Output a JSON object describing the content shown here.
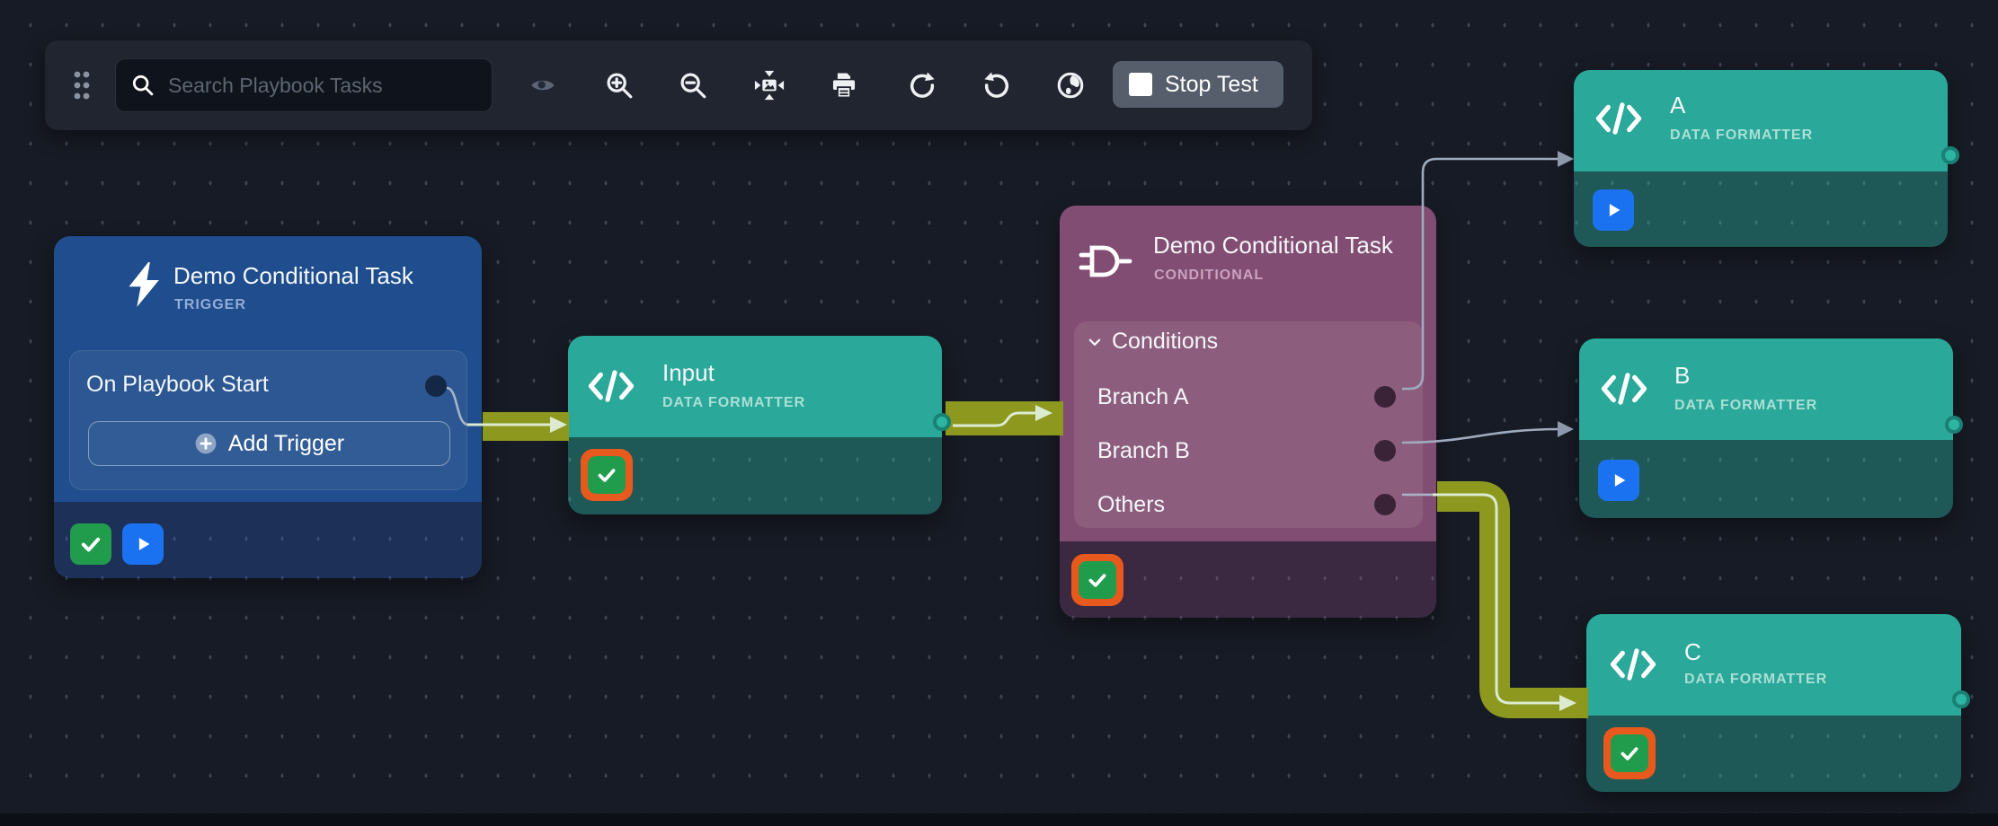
{
  "toolbar": {
    "search_placeholder": "Search Playbook Tasks",
    "stop_button_label": "Stop Test",
    "icon_names": [
      "drag-handle",
      "search",
      "eye",
      "zoom-in",
      "zoom-out",
      "fit-view",
      "print",
      "redo",
      "undo",
      "globe",
      "stop-square"
    ]
  },
  "nodes": {
    "trigger": {
      "title": "Demo Conditional Task",
      "type_label": "TRIGGER",
      "row_label": "On Playbook Start",
      "add_button_label": "Add Trigger",
      "status_icons": [
        "check",
        "play"
      ]
    },
    "input": {
      "title": "Input",
      "type_label": "DATA FORMATTER",
      "status_icons": [
        "check-selected"
      ]
    },
    "conditional": {
      "title": "Demo Conditional Task",
      "type_label": "CONDITIONAL",
      "section_label": "Conditions",
      "branches": [
        "Branch A",
        "Branch B",
        "Others"
      ],
      "status_icons": [
        "check-selected"
      ]
    },
    "a": {
      "title": "A",
      "type_label": "DATA FORMATTER",
      "status_icons": [
        "play"
      ]
    },
    "b": {
      "title": "B",
      "type_label": "DATA FORMATTER",
      "status_icons": [
        "play"
      ]
    },
    "c": {
      "title": "C",
      "type_label": "DATA FORMATTER",
      "status_icons": [
        "check-selected"
      ]
    }
  },
  "colors": {
    "canvas_bg": "#171b25",
    "node_teal": "#2aa899",
    "node_blue": "#1f4d8d",
    "node_purple": "#824d72",
    "wire_olive": "#8d981f",
    "wire_highlight": "#dcead0",
    "wire_gray": "#9fabbd",
    "success_green": "#219c4d",
    "selection_orange": "#e8591e",
    "play_blue": "#1b72f0",
    "stop_button_bg": "#575e6b"
  }
}
